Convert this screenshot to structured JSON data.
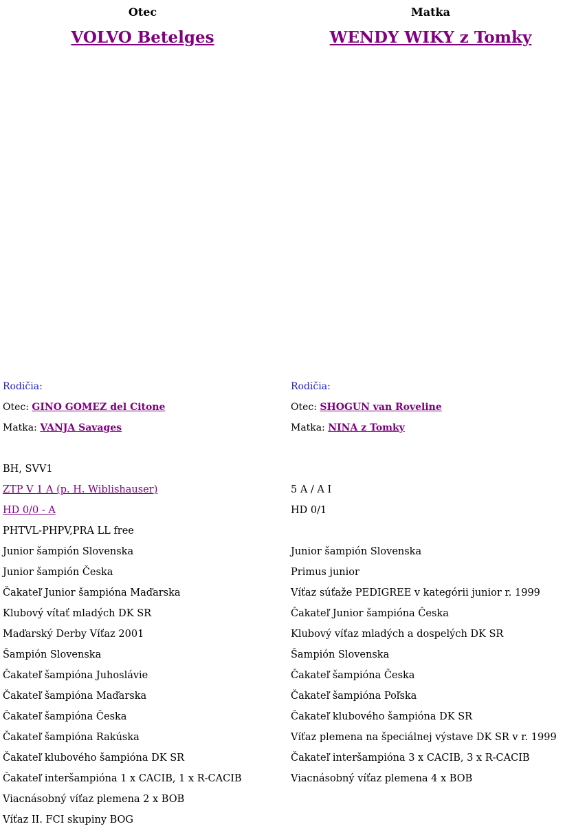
{
  "sire": {
    "role": "Otec",
    "name": "VOLVO Betelges",
    "parents_label": "Rodičia:",
    "father_label": "Otec:",
    "father_name": "GINO GOMEZ del Citone",
    "mother_label": "Matka:",
    "mother_name": "VANJA Savages",
    "details": [
      {
        "text": "BH, SVV1",
        "link": false
      },
      {
        "text": "ZTP V 1 A (p. H. Wiblishauser)",
        "link": true
      },
      {
        "text": "HD 0/0 - A",
        "link": true
      },
      {
        "text": "PHTVL-PHPV,PRA LL free",
        "link": false
      },
      {
        "text": "Junior šampión Slovenska",
        "link": false
      },
      {
        "text": "Junior šampión Česka",
        "link": false
      },
      {
        "text": "Čakateľ Junior šampióna Maďarska",
        "link": false
      },
      {
        "text": "Klubový vítať mladých DK SR",
        "link": false
      },
      {
        "text": "Maďarský Derby Víťaz 2001",
        "link": false
      },
      {
        "text": "Šampión Slovenska",
        "link": false
      },
      {
        "text": "Čakateľ šampióna Juhoslávie",
        "link": false
      },
      {
        "text": "Čakateľ šampióna Maďarska",
        "link": false
      },
      {
        "text": "Čakateľ šampióna Česka",
        "link": false
      },
      {
        "text": "Čakateľ šampióna Rakúska",
        "link": false
      },
      {
        "text": "Čakateľ klubového šampióna DK SR",
        "link": false
      },
      {
        "text": "Čakateľ interšampióna 1 x CACIB, 1 x R-CACIB",
        "link": false
      },
      {
        "text": "Viacnásobný víťaz plemena 2 x BOB",
        "link": false
      },
      {
        "text": "Víťaz II. FCI skupiny BOG",
        "link": false
      }
    ]
  },
  "dam": {
    "role": "Matka",
    "name": "WENDY WIKY z Tomky",
    "parents_label": "Rodičia:",
    "father_label": "Otec:",
    "father_name": "SHOGUN van Roveline",
    "mother_label": "Matka:",
    "mother_name": "NINA z Tomky",
    "details": [
      {
        "text": "",
        "link": false
      },
      {
        "text": "5 A / A I",
        "link": false
      },
      {
        "text": "HD 0/1",
        "link": false
      },
      {
        "text": "",
        "link": false
      },
      {
        "text": "Junior šampión Slovenska",
        "link": false
      },
      {
        "text": "Primus junior",
        "link": false
      },
      {
        "text": "Víťaz súťaže PEDIGREE v kategórii junior r. 1999",
        "link": false
      },
      {
        "text": "Čakateľ Junior šampióna Česka",
        "link": false
      },
      {
        "text": "Klubový víťaz mladých a dospelých DK SR",
        "link": false
      },
      {
        "text": "Šampión Slovenska",
        "link": false
      },
      {
        "text": "Čakateľ šampióna Česka",
        "link": false
      },
      {
        "text": "Čakateľ šampióna Poľska",
        "link": false
      },
      {
        "text": "Čakateľ klubového šampióna DK SR",
        "link": false
      },
      {
        "text": "Víťaz plemena na špeciálnej výstave DK SR v r. 1999",
        "link": false
      },
      {
        "text": "Čakateľ interšampióna 3 x CACIB, 3 x R-CACIB",
        "link": false
      },
      {
        "text": "Viacnásobný víťaz plemena 4 x BOB",
        "link": false
      }
    ]
  }
}
